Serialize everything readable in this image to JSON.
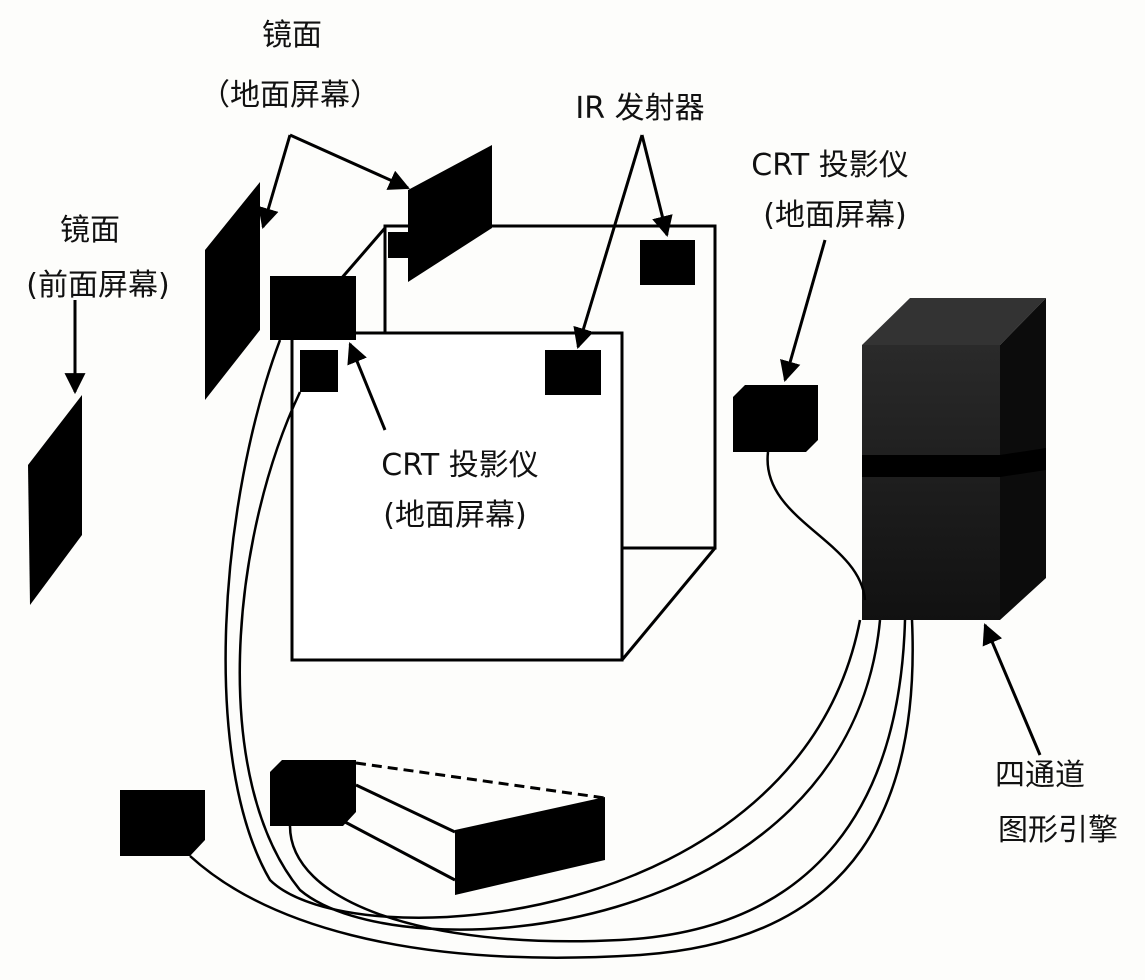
{
  "labels": {
    "top_mirror": {
      "line1": "镜面",
      "line2": "（地面屏幕）"
    },
    "front_mirror": {
      "line1": "镜面",
      "line2": "(前面屏幕)"
    },
    "ir_emitter": {
      "line1": "IR 发射器"
    },
    "right_projector": {
      "line1": "CRT 投影仪",
      "line2": "(地面屏幕)"
    },
    "center_projector": {
      "line1": "CRT 投影仪",
      "line2": "(地面屏幕)"
    },
    "graphics_engine": {
      "line1": "四通道",
      "line2": "图形引擎"
    }
  },
  "colors": {
    "ink": "#000000",
    "background": "#fdfdfb",
    "engine": "#1a1a1a"
  }
}
